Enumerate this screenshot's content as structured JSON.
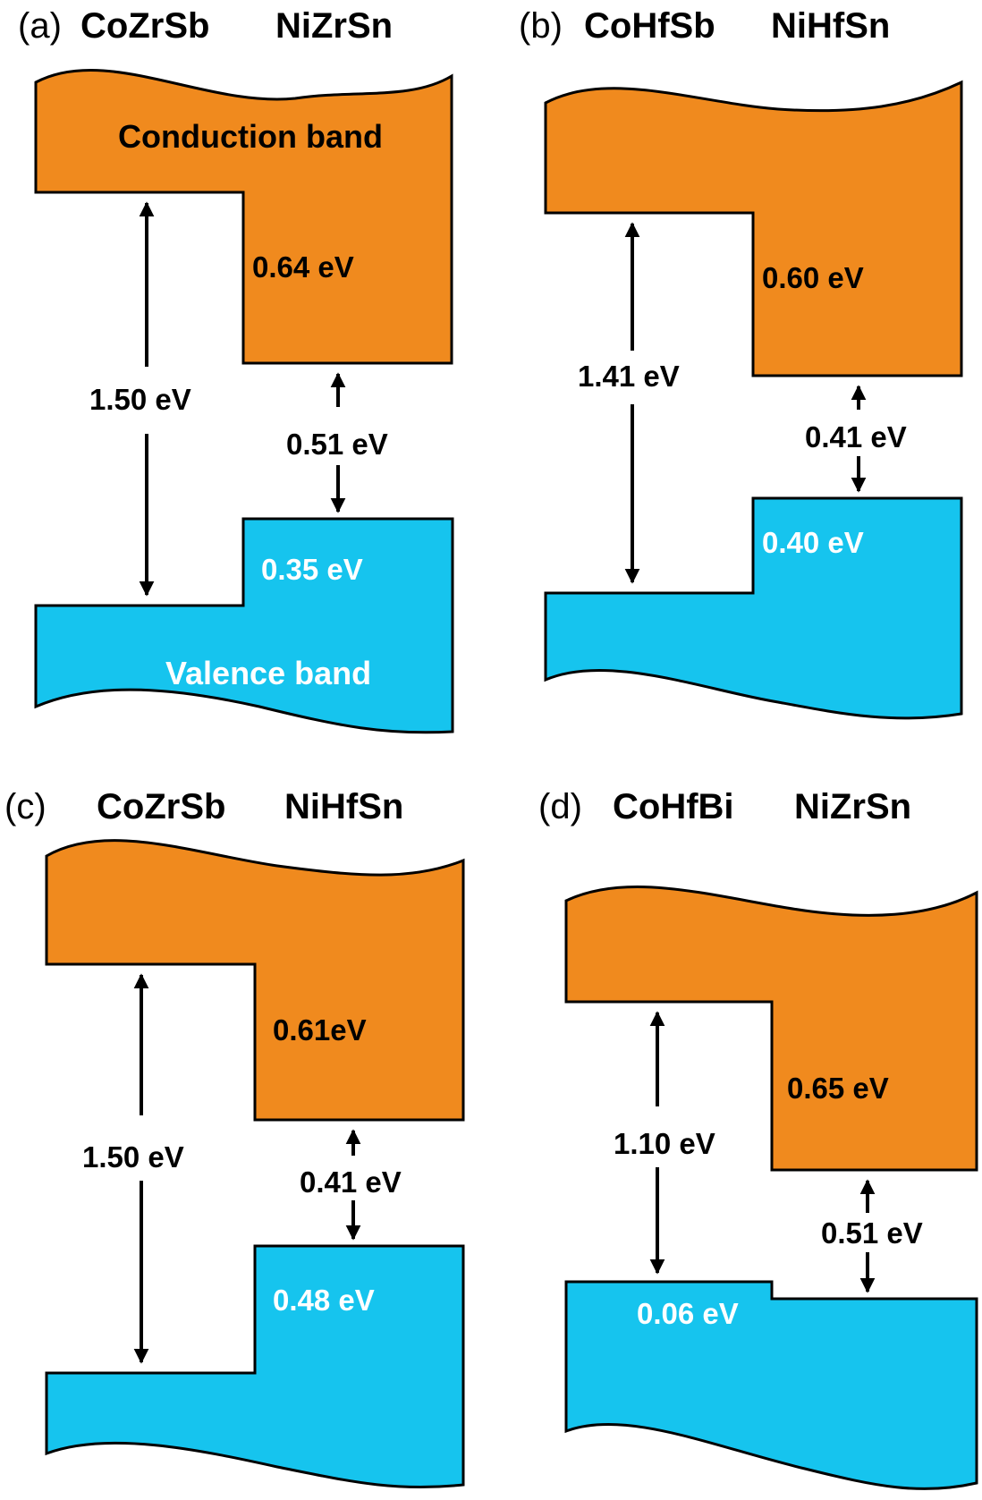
{
  "panels": [
    {
      "label": "(a)",
      "compound_1": "CoZrSb",
      "compound_2": "NiZrSn",
      "conduction_band_label": "Conduction band",
      "valence_band_label": "Valence band",
      "cb_offset": "0.64 eV",
      "vb_offset": "0.35 eV",
      "gap_left": "1.50 eV",
      "gap_right": "0.51 eV"
    },
    {
      "label": "(b)",
      "compound_1": "CoHfSb",
      "compound_2": "NiHfSn",
      "cb_offset": "0.60 eV",
      "vb_offset": "0.40 eV",
      "gap_left": "1.41 eV",
      "gap_right": "0.41 eV"
    },
    {
      "label": "(c)",
      "compound_1": "CoZrSb",
      "compound_2": "NiHfSn",
      "cb_offset": "0.61eV",
      "vb_offset": "0.48 eV",
      "gap_left": "1.50 eV",
      "gap_right": "0.41 eV"
    },
    {
      "label": "(d)",
      "compound_1": "CoHfBi",
      "compound_2": "NiZrSn",
      "cb_offset": "0.65 eV",
      "vb_offset": "0.06 eV",
      "gap_left": "1.10 eV",
      "gap_right": "0.51 eV"
    }
  ],
  "colors": {
    "conduction_band": "#f08a1e",
    "valence_band": "#16c4ee",
    "outline": "#000000",
    "label_on_valence": "#ffffff"
  }
}
